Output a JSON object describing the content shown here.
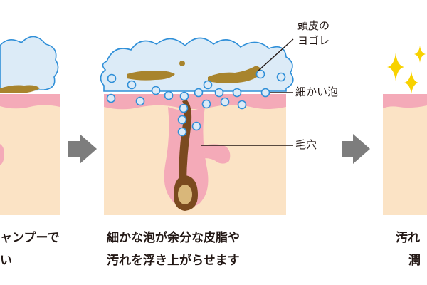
{
  "labels": {
    "scalp_dirt": "頭皮の\nヨゴレ",
    "fine_foam": "細かい泡",
    "pore": "毛穴"
  },
  "captions": {
    "left_line1": "ャンプーで",
    "left_line2": "い",
    "center_line1": "細かな泡が余分な皮脂や",
    "center_line2": "汚れを浮き上がらせます",
    "right_line1": "汚れ",
    "right_line2": "潤"
  },
  "colors": {
    "skin": "#fbe3c5",
    "epidermis": "#f4aab8",
    "foam_fill": "#dcebf7",
    "bubble_stroke": "#2f8fd8",
    "dirt": "#a8842d",
    "hair": "#7a4a1f",
    "arrow": "#7d7d7d",
    "sparkle": "#f8d200"
  }
}
